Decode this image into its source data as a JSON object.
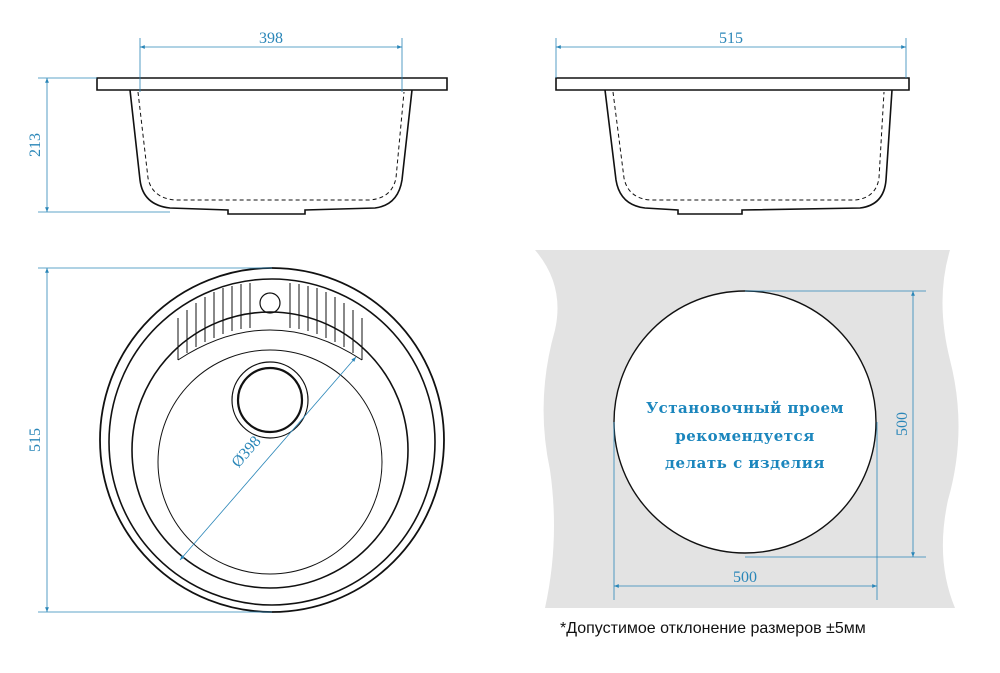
{
  "dimensions": {
    "front_width": "398",
    "side_width": "515",
    "height": "213",
    "top_outer": "515",
    "bowl_diameter": "Ø398",
    "cutout_width": "500",
    "cutout_height": "500"
  },
  "cutout_note": [
    "Установочный проем",
    "рекомендуется",
    "делать с изделия"
  ],
  "footnote": "*Допустимое отклонение размеров ±5мм",
  "colors": {
    "dimension": "#2a86b8",
    "note": "#1b86bd",
    "countertop": "#e3e3e3",
    "line": "#111111"
  }
}
